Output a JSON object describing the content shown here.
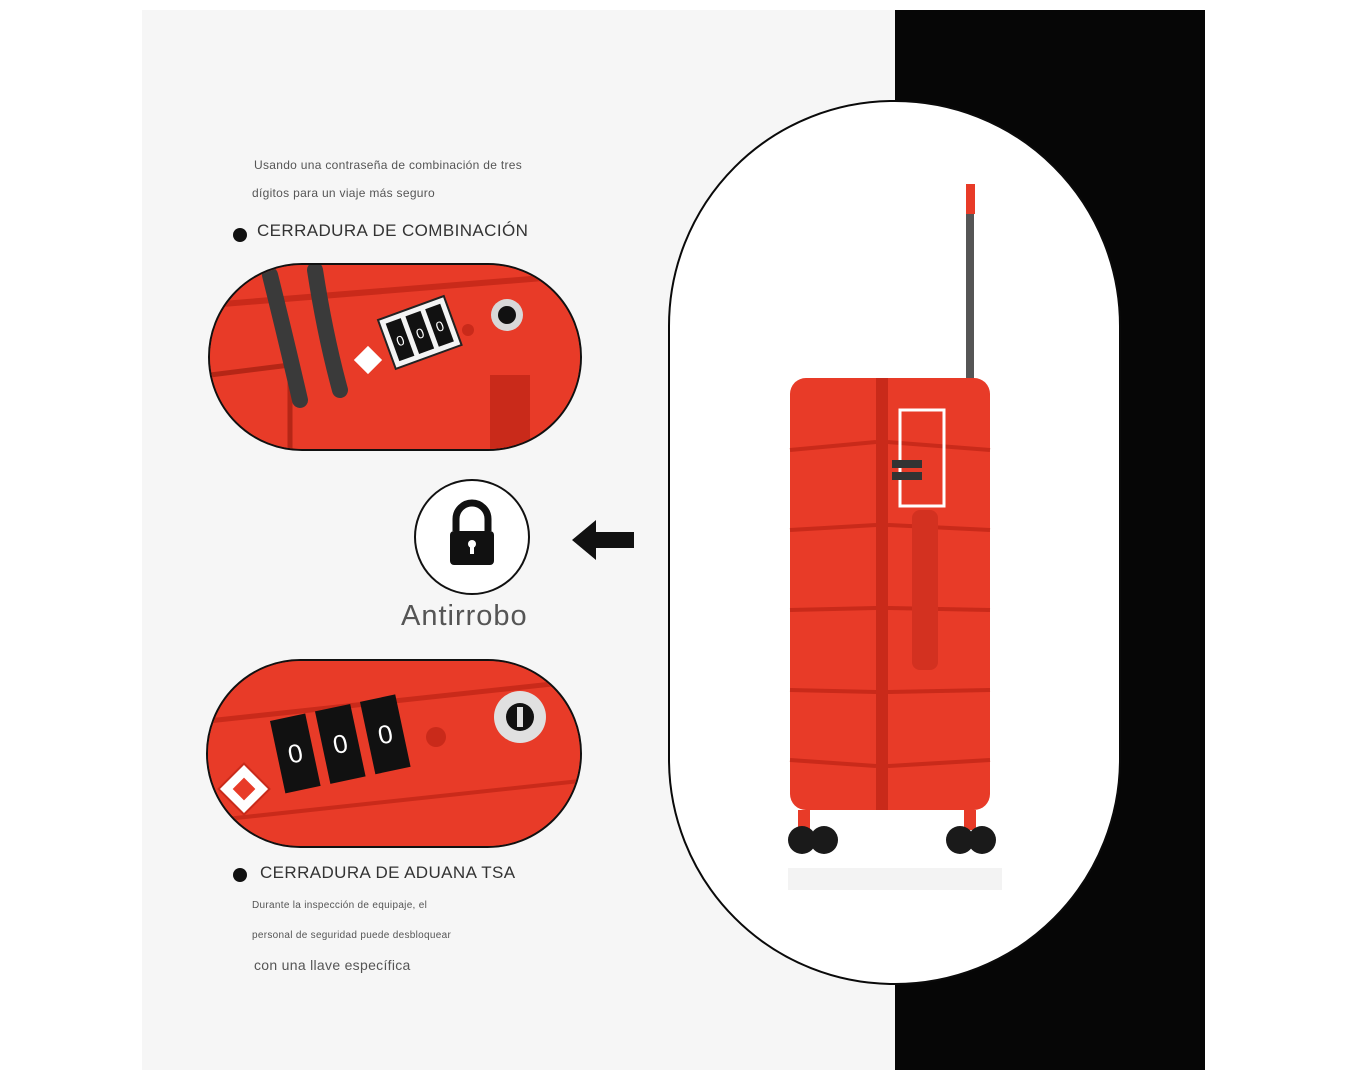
{
  "combination_lock": {
    "intro_line1": "Usando una contraseña de combinación de tres",
    "intro_line2": "dígitos para un viaje más seguro",
    "heading": "CERRADURA DE COMBINACIÓN",
    "dial_digits": [
      "0",
      "0",
      "0"
    ]
  },
  "anti_theft": {
    "label": "Antirrobo",
    "icon": "padlock-icon"
  },
  "tsa_lock": {
    "heading": "CERRADURA DE ADUANA TSA",
    "desc_line1": "Durante la inspección de equipaje, el",
    "desc_line2": "personal de seguridad puede desbloquear",
    "desc_line3": "con una llave específica",
    "dial_digits": [
      "0",
      "0",
      "0"
    ]
  },
  "colors": {
    "suitcase_red": "#e83b28",
    "panel_black": "#060606",
    "text_gray": "#555555"
  }
}
